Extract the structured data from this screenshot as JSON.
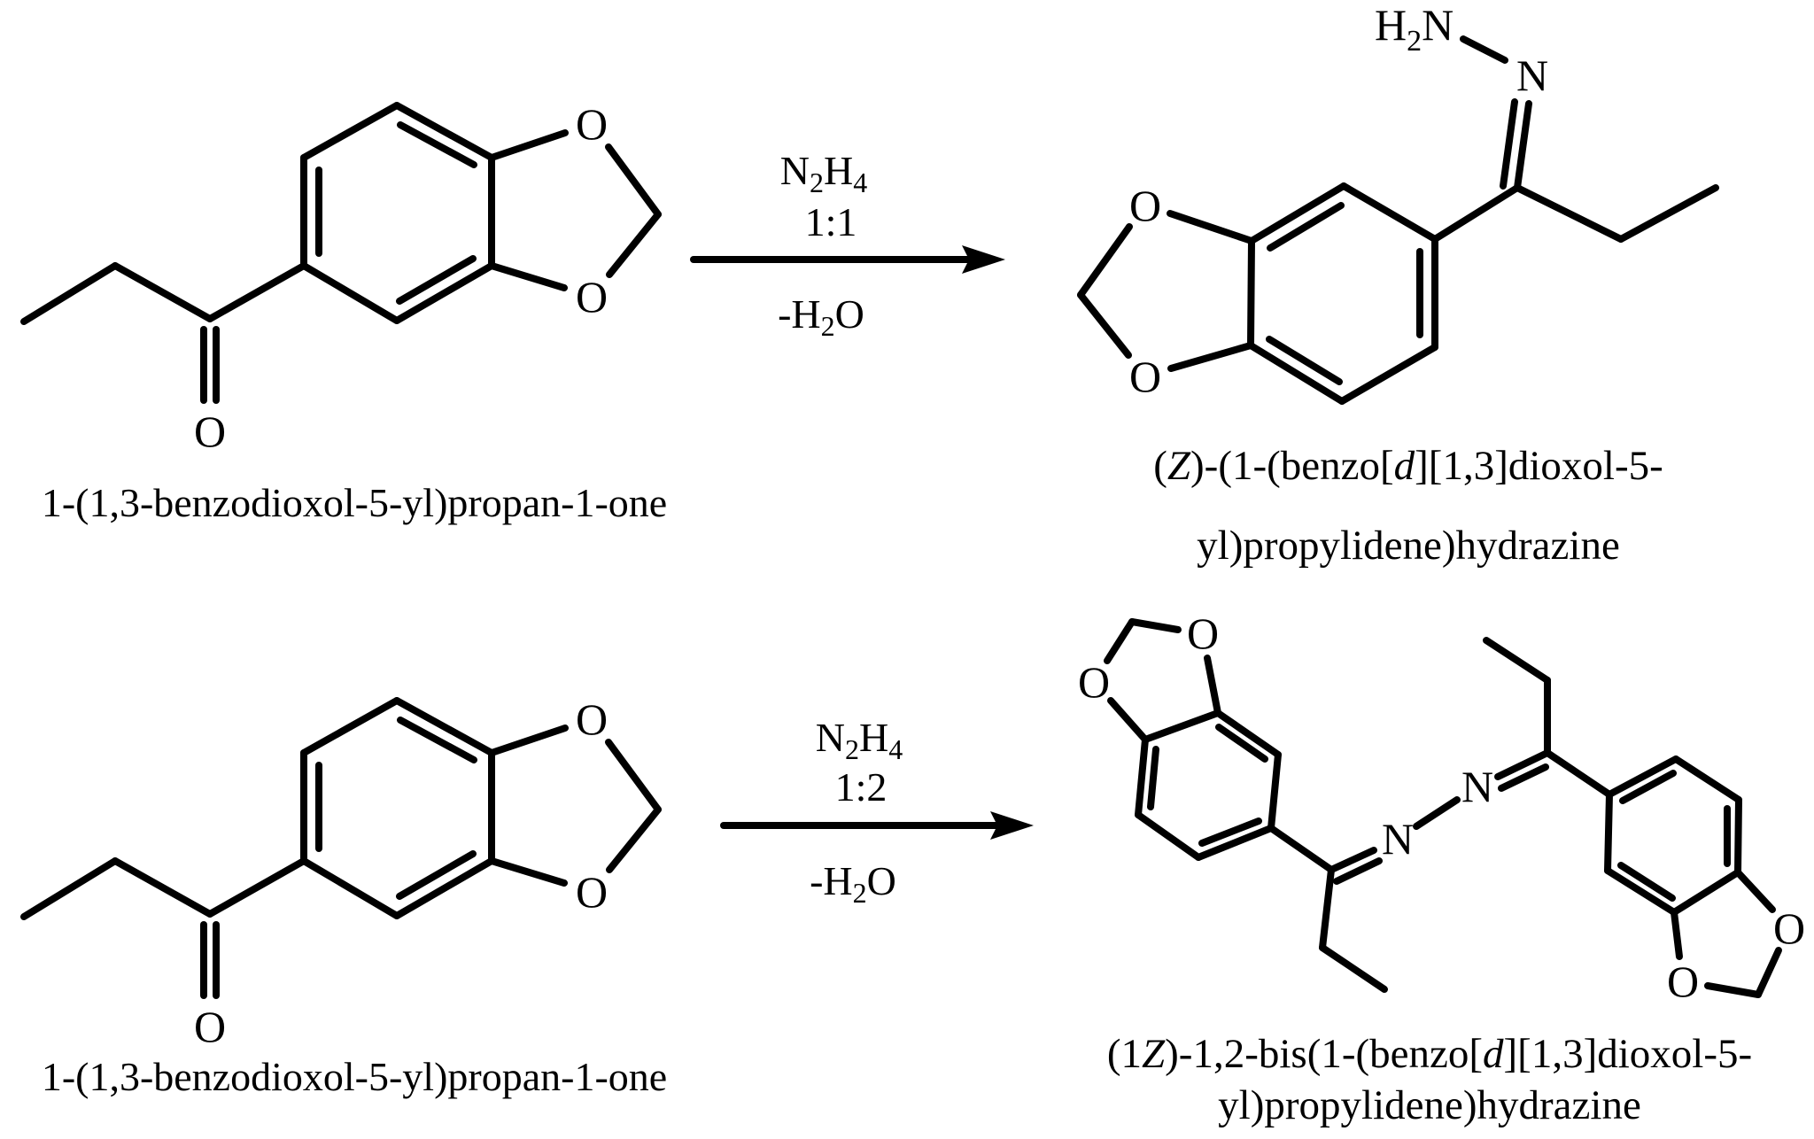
{
  "page": {
    "background": "#ffffff",
    "ink": "#000000"
  },
  "atoms": {
    "oxygen": "O",
    "nitrogen": "N",
    "h": "H",
    "two": "2"
  },
  "reagents": {
    "n": "N",
    "n_count": "2",
    "h": "H",
    "h_count": "4",
    "ratio_1_1": "1:1",
    "ratio_1_2": "1:2",
    "minus_h": "-H",
    "water_sub": "2",
    "water_o": "O"
  },
  "captions": {
    "reactant": "1-(1,3-benzodioxol-5-yl)propan-1-one",
    "product1": {
      "p1": "(",
      "p2": "Z",
      "p3": ")-(1-(benzo[",
      "p4": "d",
      "p5": "][1,3]dioxol-5-",
      "line2": "yl)propylidene)hydrazine"
    },
    "product2": {
      "p1": "(1",
      "p2": "Z",
      "p3": ")-1,2-bis(1-(benzo[",
      "p4": "d",
      "p5": "][1,3]dioxol-5-",
      "line2": "yl)propylidene)hydrazine"
    }
  }
}
